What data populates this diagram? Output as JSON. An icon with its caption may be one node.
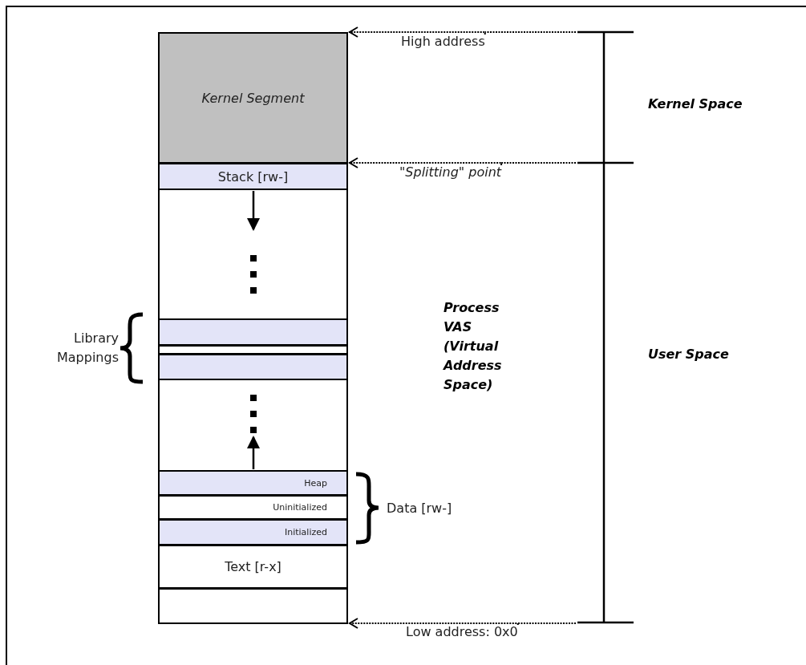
{
  "diagram": {
    "nodes": [
      {
        "text": [
          "Kernel Segment"
        ]
      },
      {
        "text": [
          "Stack [rw-]"
        ]
      },
      {
        "text": [],
        "shape": "box"
      },
      {
        "text": [],
        "shape": "box"
      },
      {
        "text": [],
        "shape": "box"
      },
      {
        "text": [
          "Heap"
        ]
      },
      {
        "text": [
          "Uninitialized"
        ]
      },
      {
        "text": [
          "Initialized"
        ]
      },
      {
        "text": [
          "Text [r-x]"
        ]
      },
      {
        "text": [],
        "shape": "box"
      },
      {
        "text": [
          "High address"
        ]
      },
      {
        "text": [
          "\"Splitting\" point"
        ]
      },
      {
        "text": [
          "Low address: 0x0"
        ]
      }
    ],
    "edges": [
      {
        "from": 10,
        "to": 0,
        "arrow": "to",
        "style": "dashed"
      },
      {
        "from": 11,
        "to": 1,
        "arrow": "to",
        "style": "dashed"
      },
      {
        "from": 12,
        "to": 9,
        "arrow": "to",
        "style": "dashed"
      }
    ],
    "labels": [
      "Kernel Space",
      "Process VAS (Virtual Address Space)",
      "Library Mappings",
      "User Space",
      "Data [rw-]"
    ]
  }
}
